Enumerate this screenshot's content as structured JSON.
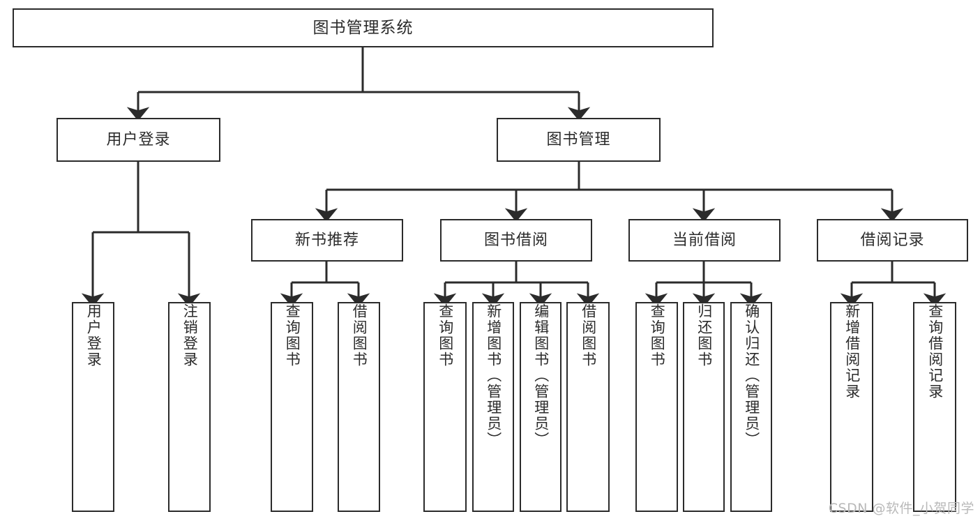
{
  "diagram": {
    "title": "图书管理系统",
    "type": "tree-hierarchy-chart",
    "levels": [
      {
        "level": 1,
        "nodes": [
          {
            "id": "root",
            "label": "图书管理系统",
            "orientation": "horizontal"
          }
        ]
      },
      {
        "level": 2,
        "nodes": [
          {
            "id": "user-login",
            "label": "用户登录",
            "orientation": "horizontal"
          },
          {
            "id": "book-manage",
            "label": "图书管理",
            "orientation": "horizontal"
          }
        ]
      },
      {
        "level": 3,
        "nodes": [
          {
            "id": "new-book-rec",
            "label": "新书推荐",
            "orientation": "horizontal"
          },
          {
            "id": "book-borrow",
            "label": "图书借阅",
            "orientation": "horizontal"
          },
          {
            "id": "current-borrow",
            "label": "当前借阅",
            "orientation": "horizontal"
          },
          {
            "id": "borrow-record",
            "label": "借阅记录",
            "orientation": "horizontal"
          }
        ]
      },
      {
        "level": 4,
        "nodes": [
          {
            "id": "leaf-user-login",
            "label": "用户登录",
            "orientation": "vertical",
            "parent": "user-login"
          },
          {
            "id": "leaf-user-logout",
            "label": "注销登录",
            "orientation": "vertical",
            "parent": "user-login"
          },
          {
            "id": "leaf-query-book-1",
            "label": "查询图书",
            "orientation": "vertical",
            "parent": "new-book-rec"
          },
          {
            "id": "leaf-borrow-book-1",
            "label": "借阅图书",
            "orientation": "vertical",
            "parent": "new-book-rec"
          },
          {
            "id": "leaf-query-book-2",
            "label": "查询图书",
            "orientation": "vertical",
            "parent": "book-borrow"
          },
          {
            "id": "leaf-add-book",
            "label": "新增图书（管理员）",
            "orientation": "vertical",
            "parent": "book-borrow"
          },
          {
            "id": "leaf-edit-book",
            "label": "编辑图书（管理员）",
            "orientation": "vertical",
            "parent": "book-borrow"
          },
          {
            "id": "leaf-borrow-book-2",
            "label": "借阅图书",
            "orientation": "vertical",
            "parent": "book-borrow"
          },
          {
            "id": "leaf-query-book-3",
            "label": "查询图书",
            "orientation": "vertical",
            "parent": "current-borrow"
          },
          {
            "id": "leaf-return-book",
            "label": "归还图书",
            "orientation": "vertical",
            "parent": "current-borrow"
          },
          {
            "id": "leaf-confirm-return",
            "label": "确认归还（管理员）",
            "orientation": "vertical",
            "parent": "current-borrow"
          },
          {
            "id": "leaf-add-record",
            "label": "新增借阅记录",
            "orientation": "vertical",
            "parent": "borrow-record"
          },
          {
            "id": "leaf-query-record",
            "label": "查询借阅记录",
            "orientation": "vertical",
            "parent": "borrow-record"
          }
        ]
      }
    ],
    "colors": {
      "stroke": "#2b2b2b",
      "background": "#ffffff",
      "text": "#2b2b2b",
      "watermark": "#b9b9b9"
    }
  },
  "watermark": {
    "text": "CSDN @软件_小贺同学"
  }
}
